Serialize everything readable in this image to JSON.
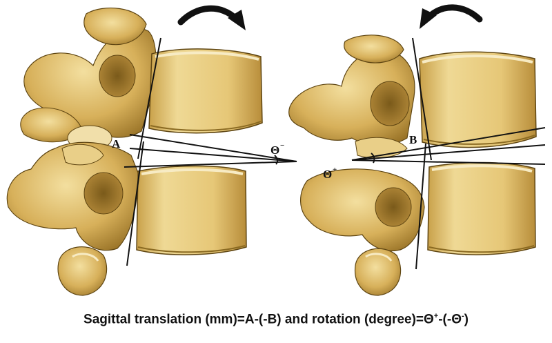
{
  "labels": {
    "a": "A",
    "b": "B",
    "theta_neg": "Θ",
    "theta_neg_sup": "−",
    "theta_pos": "Θ",
    "theta_pos_sup": "+"
  },
  "caption": {
    "prefix": "Sagittal translation (mm)=A-(-B) and rotation (degree)=Θ",
    "sup1": "+",
    "mid": "-(-Θ",
    "sup2": "-",
    "suffix": ")"
  },
  "colors": {
    "bone_light": "#f1dc9a",
    "bone_mid": "#d9b45a",
    "bone_dark": "#8a6a22",
    "bone_edge": "#5e4512",
    "line": "#111111"
  },
  "icons": {
    "left_arrow": "curved-arrow-clockwise-icon",
    "right_arrow": "curved-arrow-counterclockwise-icon"
  }
}
